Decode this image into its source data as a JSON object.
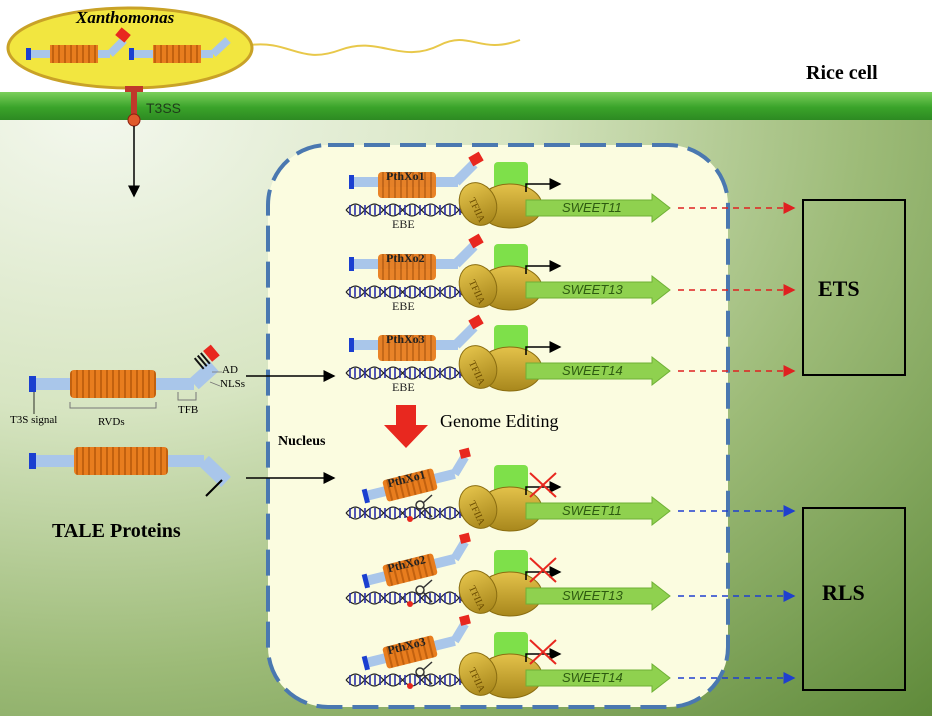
{
  "bacterium": "Xanthomonas",
  "cell_label": "Rice cell",
  "secretion_system": "T3SS",
  "nucleus_label": "Nucleus",
  "tale": {
    "title": "TALE Proteins",
    "labels": {
      "signal": "T3S signal",
      "rvds": "RVDs",
      "tfb": "TFB",
      "ad": "AD",
      "nls": "NLSs"
    }
  },
  "genome_editing": "Genome Editing",
  "tfiia": "TFIIA",
  "ebe": "EBE",
  "effectors": [
    "PthXo1",
    "PthXo2",
    "PthXo3"
  ],
  "genes": [
    "SWEET11",
    "SWEET13",
    "SWEET14"
  ],
  "outcomes": {
    "susceptible": "ETS",
    "resistant": "RLS"
  },
  "colors": {
    "membrane": "#3aa32a",
    "nucleus_fill": "#fbfce0",
    "nucleus_border": "#4a78b0",
    "rvd_repeat": "#e87d1e",
    "tale_body": "#a9c6ea",
    "gene_arrow": "#8fd14f",
    "tfiia": "#c9a227",
    "edit_arrow": "#e8281f",
    "ets_link": "#e02020",
    "rls_link": "#1f3fcf"
  }
}
